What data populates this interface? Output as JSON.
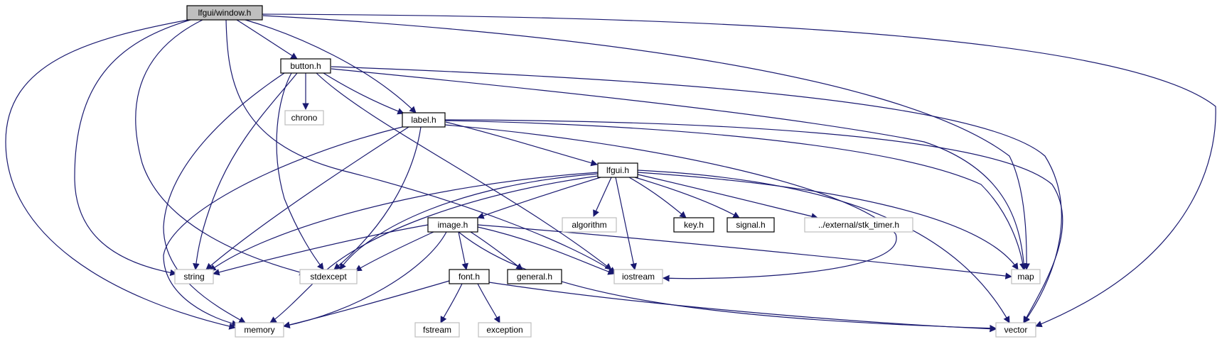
{
  "graph": {
    "edge_color": "#191970",
    "node_border_color": "#000000",
    "external_border_color": "#bfbfbf",
    "root_fill_color": "#bfbfbf",
    "nodes": [
      {
        "id": "window_h",
        "label": "lfgui/window.h",
        "kind": "root"
      },
      {
        "id": "button_h",
        "label": "button.h",
        "kind": "local"
      },
      {
        "id": "chrono",
        "label": "chrono",
        "kind": "external"
      },
      {
        "id": "label_h",
        "label": "label.h",
        "kind": "local"
      },
      {
        "id": "lfgui_h",
        "label": "lfgui.h",
        "kind": "local"
      },
      {
        "id": "algorithm",
        "label": "algorithm",
        "kind": "external"
      },
      {
        "id": "key_h",
        "label": "key.h",
        "kind": "local"
      },
      {
        "id": "signal_h",
        "label": "signal.h",
        "kind": "local"
      },
      {
        "id": "stk_timer",
        "label": "../external/stk_timer.h",
        "kind": "external"
      },
      {
        "id": "image_h",
        "label": "image.h",
        "kind": "local"
      },
      {
        "id": "string",
        "label": "string",
        "kind": "external"
      },
      {
        "id": "stdexcept",
        "label": "stdexcept",
        "kind": "external"
      },
      {
        "id": "font_h",
        "label": "font.h",
        "kind": "local"
      },
      {
        "id": "general_h",
        "label": "general.h",
        "kind": "local"
      },
      {
        "id": "iostream",
        "label": "iostream",
        "kind": "external"
      },
      {
        "id": "map",
        "label": "map",
        "kind": "external"
      },
      {
        "id": "memory",
        "label": "memory",
        "kind": "external"
      },
      {
        "id": "fstream",
        "label": "fstream",
        "kind": "external"
      },
      {
        "id": "exception",
        "label": "exception",
        "kind": "external"
      },
      {
        "id": "vector",
        "label": "vector",
        "kind": "external"
      }
    ],
    "edges": [
      {
        "from": "window_h",
        "to": "button_h"
      },
      {
        "from": "window_h",
        "to": "label_h"
      },
      {
        "from": "window_h",
        "to": "memory"
      },
      {
        "from": "window_h",
        "to": "string"
      },
      {
        "from": "window_h",
        "to": "stdexcept"
      },
      {
        "from": "window_h",
        "to": "iostream"
      },
      {
        "from": "window_h",
        "to": "map"
      },
      {
        "from": "window_h",
        "to": "vector"
      },
      {
        "from": "button_h",
        "to": "chrono"
      },
      {
        "from": "button_h",
        "to": "label_h"
      },
      {
        "from": "button_h",
        "to": "string"
      },
      {
        "from": "button_h",
        "to": "stdexcept"
      },
      {
        "from": "button_h",
        "to": "memory"
      },
      {
        "from": "button_h",
        "to": "iostream"
      },
      {
        "from": "button_h",
        "to": "map"
      },
      {
        "from": "button_h",
        "to": "vector"
      },
      {
        "from": "label_h",
        "to": "lfgui_h"
      },
      {
        "from": "label_h",
        "to": "string"
      },
      {
        "from": "label_h",
        "to": "stdexcept"
      },
      {
        "from": "label_h",
        "to": "memory"
      },
      {
        "from": "label_h",
        "to": "iostream"
      },
      {
        "from": "label_h",
        "to": "map"
      },
      {
        "from": "label_h",
        "to": "vector"
      },
      {
        "from": "lfgui_h",
        "to": "algorithm"
      },
      {
        "from": "lfgui_h",
        "to": "key_h"
      },
      {
        "from": "lfgui_h",
        "to": "signal_h"
      },
      {
        "from": "lfgui_h",
        "to": "stk_timer"
      },
      {
        "from": "lfgui_h",
        "to": "image_h"
      },
      {
        "from": "lfgui_h",
        "to": "string"
      },
      {
        "from": "lfgui_h",
        "to": "stdexcept"
      },
      {
        "from": "lfgui_h",
        "to": "memory"
      },
      {
        "from": "lfgui_h",
        "to": "iostream"
      },
      {
        "from": "lfgui_h",
        "to": "map"
      },
      {
        "from": "lfgui_h",
        "to": "vector"
      },
      {
        "from": "image_h",
        "to": "string"
      },
      {
        "from": "image_h",
        "to": "stdexcept"
      },
      {
        "from": "image_h",
        "to": "font_h"
      },
      {
        "from": "image_h",
        "to": "general_h"
      },
      {
        "from": "image_h",
        "to": "iostream"
      },
      {
        "from": "image_h",
        "to": "map"
      },
      {
        "from": "image_h",
        "to": "memory"
      },
      {
        "from": "image_h",
        "to": "vector"
      },
      {
        "from": "font_h",
        "to": "memory"
      },
      {
        "from": "font_h",
        "to": "fstream"
      },
      {
        "from": "font_h",
        "to": "exception"
      },
      {
        "from": "font_h",
        "to": "vector"
      }
    ]
  }
}
